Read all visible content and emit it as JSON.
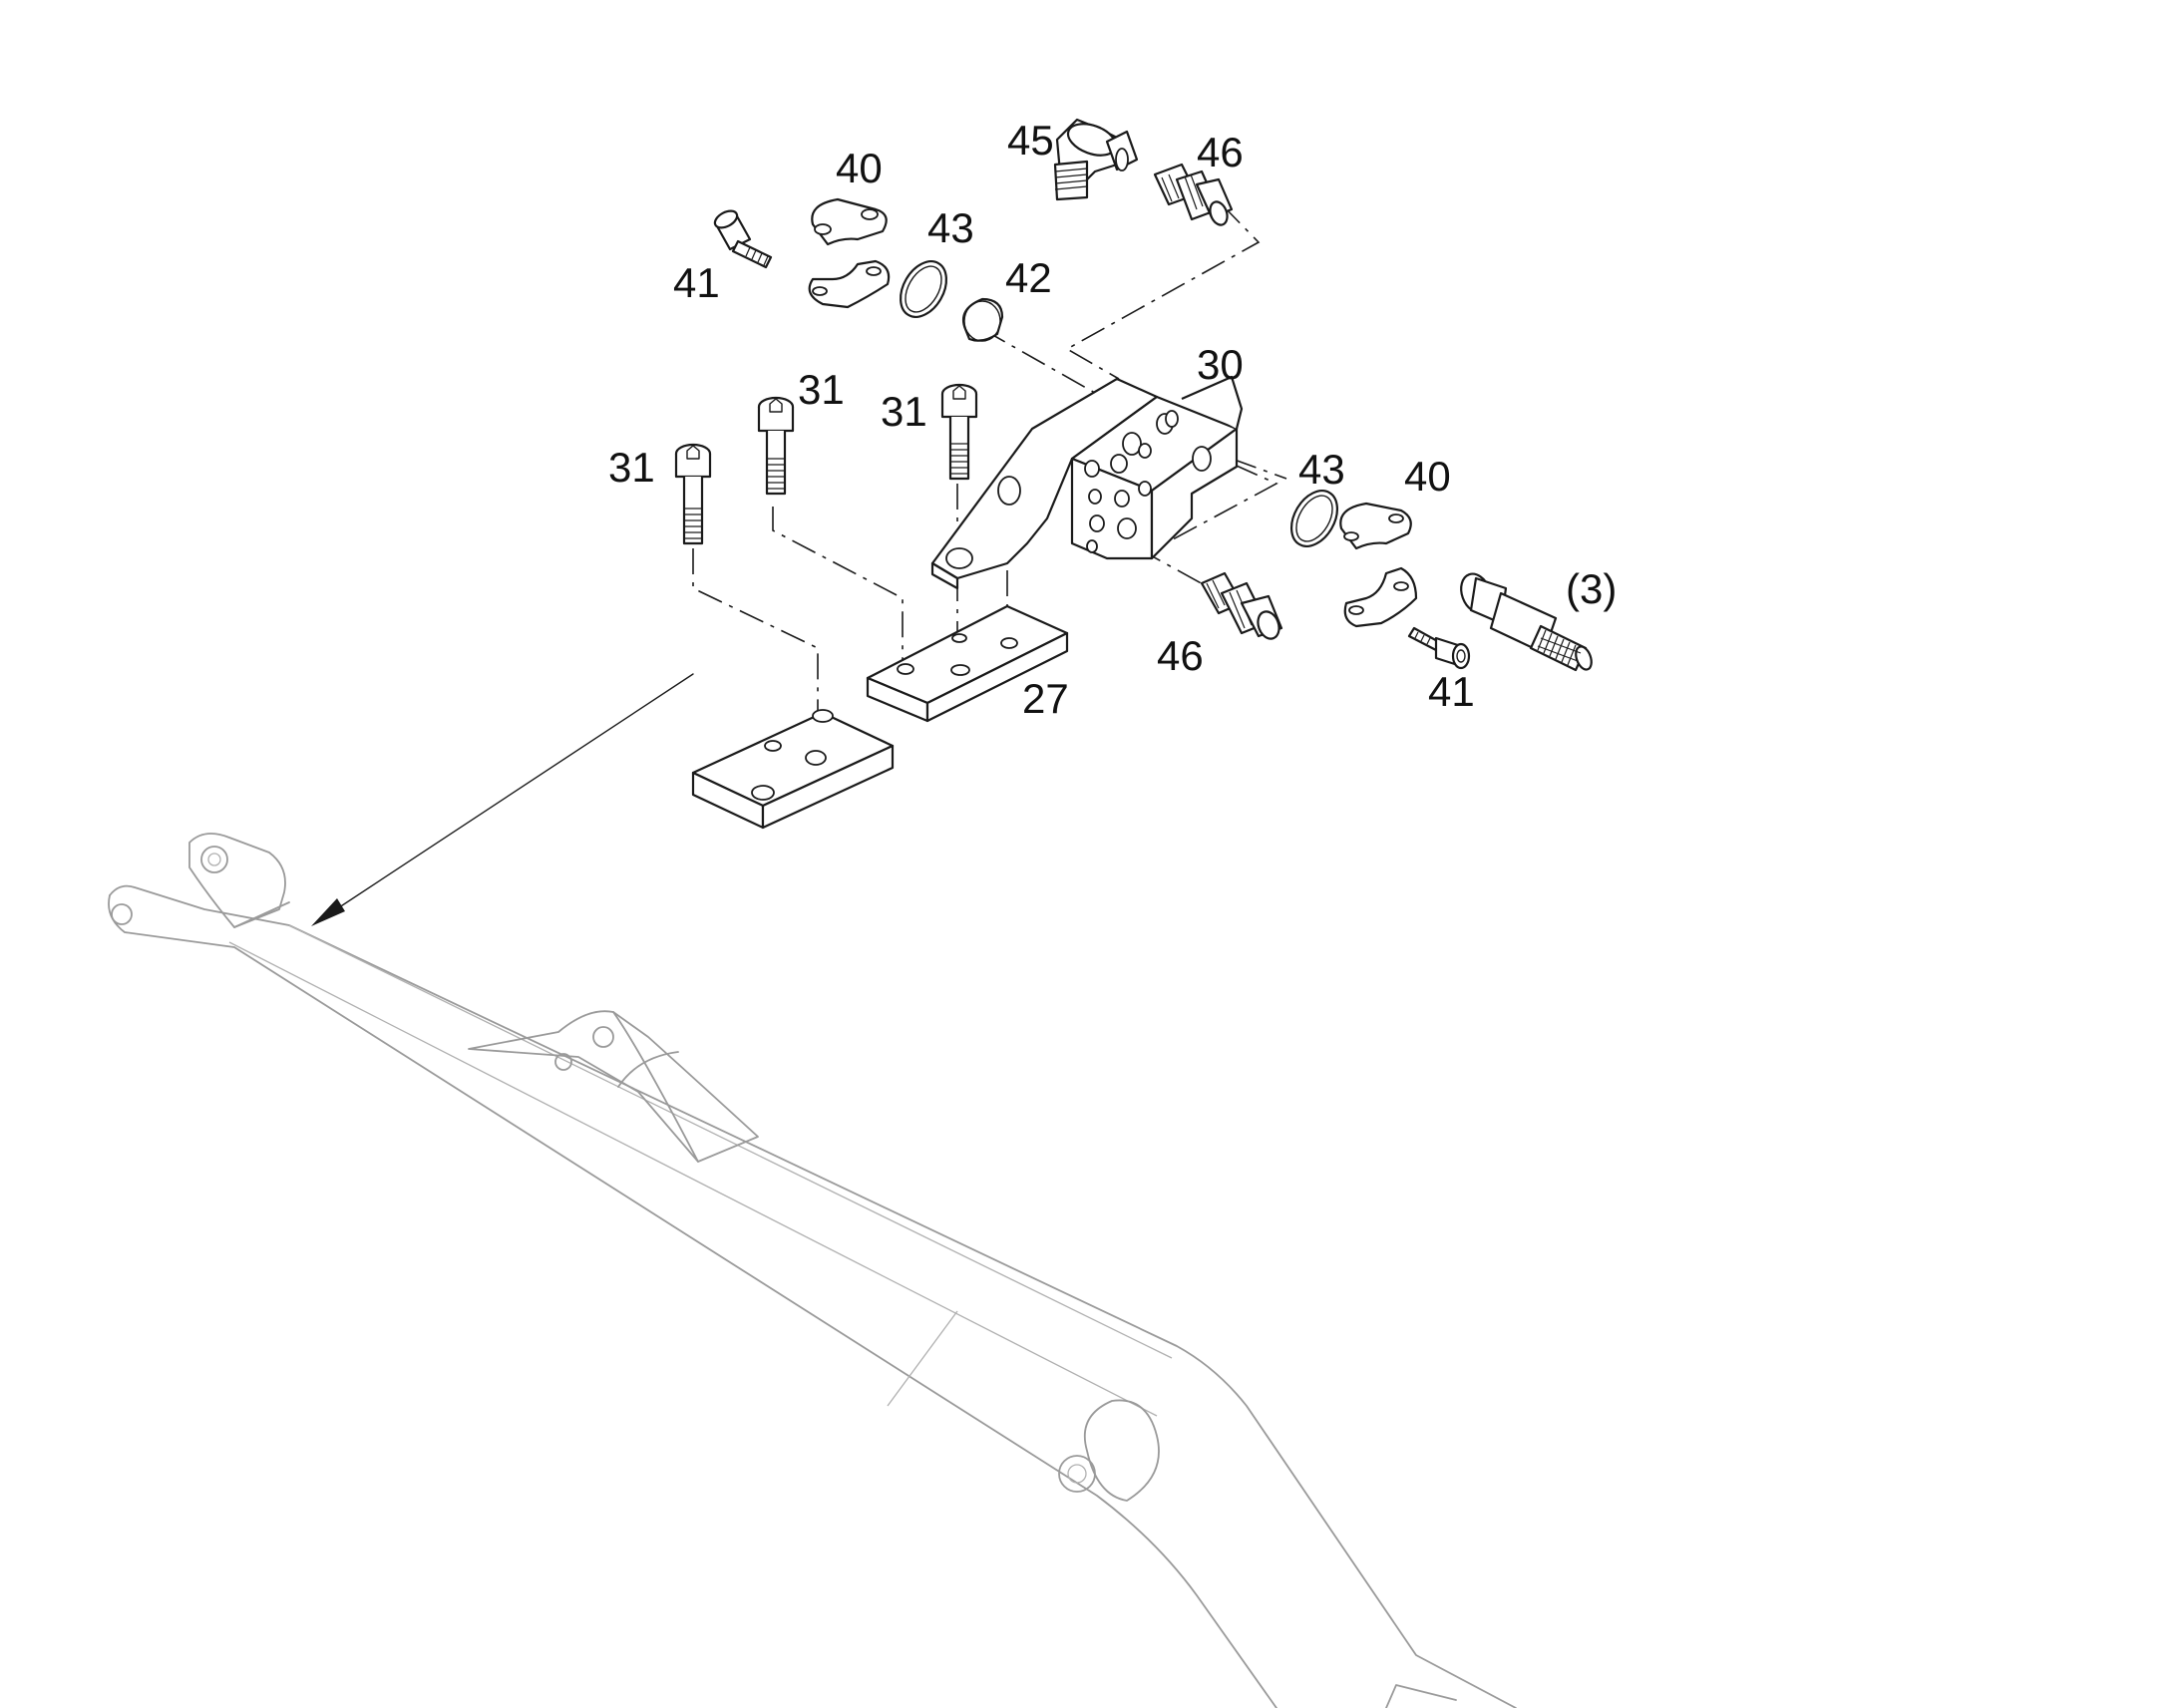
{
  "callouts": {
    "c41a": "41",
    "c40a": "40",
    "c43a": "43",
    "c42": "42",
    "c45": "45",
    "c46a": "46",
    "c30": "30",
    "c31a": "31",
    "c31b": "31",
    "c31c": "31",
    "c27": "27",
    "c43b": "43",
    "c40b": "40",
    "c46b": "46",
    "c41b": "41",
    "c3": "(3)"
  },
  "colors": {
    "line": "#1a1a1a",
    "boom_outline": "#9a9a9a",
    "background": "#ffffff"
  }
}
